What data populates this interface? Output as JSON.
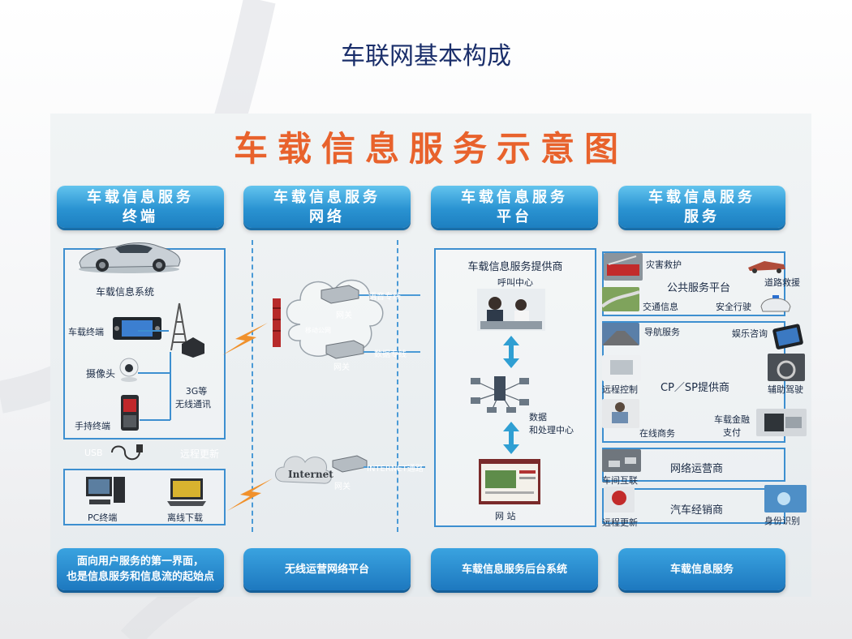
{
  "slide_title": "车联网基本构成",
  "diagram_title": "车载信息服务示意图",
  "columns": [
    {
      "line1": "车载信息服务",
      "line2": "终端"
    },
    {
      "line1": "车载信息服务",
      "line2": "网络"
    },
    {
      "line1": "车载信息服务",
      "line2": "平台"
    },
    {
      "line1": "车载信息服务",
      "line2": "服务"
    }
  ],
  "footers": [
    {
      "line1": "面向用户服务的第一界面，",
      "line2": "也是信息服务和信息流的起始点"
    },
    {
      "line1": "无线运营网络平台",
      "line2": ""
    },
    {
      "line1": "车载信息服务后台系统",
      "line2": ""
    },
    {
      "line1": "车载信息服务",
      "line2": ""
    }
  ],
  "terminal": {
    "system": "车载信息系统",
    "car_terminal": "车载终端",
    "camera": "摄像头",
    "handheld": "手持终端",
    "wireless": {
      "line1": "3G等",
      "line2": "无线通讯"
    },
    "usb": "USB",
    "remote_update": "远程更新",
    "pc": "PC终端",
    "offline": "离线下载"
  },
  "network": {
    "mobile": "移动公网",
    "gateway": "网关",
    "voice_line": "语音专线",
    "data_line": "数据专线",
    "internet": "Internet",
    "internet_line": "INTERNET通路"
  },
  "platform": {
    "provider": "车载信息服务提供商",
    "call_center": "呼叫中心",
    "data_center": {
      "line1": "数据",
      "line2": "和处理中心"
    },
    "website": "网 站"
  },
  "services": {
    "public": {
      "title": "公共服务平台",
      "items": [
        "灾害救护",
        "道路救援",
        "交通信息",
        "安全行驶"
      ]
    },
    "cpsp": {
      "title": "CP／SP提供商",
      "items": [
        "导航服务",
        "娱乐咨询",
        "远程控制",
        "辅助驾驶",
        "在线商务",
        "车载金融",
        "支付"
      ]
    },
    "network_operator": {
      "title": "网络运营商",
      "item": "车间互联"
    },
    "dealer": {
      "title": "汽车经销商",
      "items": [
        "远程更新",
        "身份识别"
      ]
    }
  },
  "colors": {
    "accent": "#e8622c",
    "blue": "#2a93d2",
    "title": "#1b2f6b"
  }
}
